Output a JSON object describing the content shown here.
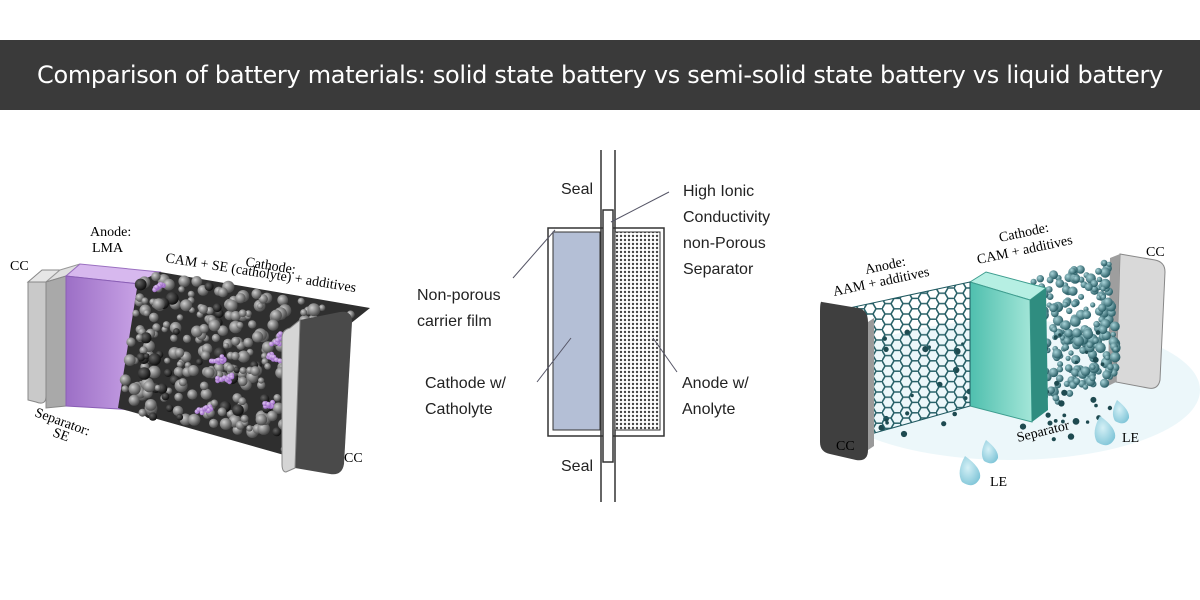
{
  "title": "Comparison of battery materials: solid state battery vs semi-solid state battery vs liquid battery",
  "solid_state": {
    "cc_left": "CC",
    "anode_l1": "Anode:",
    "anode_l2": "LMA",
    "cathode_l1": "Cathode:",
    "cathode_l2": "CAM + SE (catholyte) + additives",
    "separator_l1": "Separator:",
    "separator_l2": "SE",
    "cc_right": "CC",
    "colors": {
      "anode": "#b08ad3",
      "particles": "#777777",
      "catholyte": "#b88ae0",
      "cc": "#3a3a3a"
    }
  },
  "semi_solid": {
    "seal_top": "Seal",
    "seal_bottom": "Seal",
    "separator_l1": "High Ionic",
    "separator_l2": "Conductivity",
    "separator_l3": "non-Porous",
    "separator_l4": "Separator",
    "carrier_l1": "Non-porous",
    "carrier_l2": "carrier film",
    "cathode_l1": "Cathode w/",
    "cathode_l2": "Catholyte",
    "anode_l1": "Anode w/",
    "anode_l2": "Anolyte",
    "colors": {
      "cathode": "#b4bfd6",
      "anode": "#888888",
      "lines": "#333333"
    }
  },
  "liquid": {
    "cathode_l1": "Cathode:",
    "cathode_l2": "CAM + additives",
    "anode_l1": "Anode:",
    "anode_l2": "AAM + additives",
    "cc_right": "CC",
    "cc_left": "CC",
    "separator": "Separator",
    "le_left": "LE",
    "le_right": "LE",
    "colors": {
      "graphite": "#2e6d73",
      "separator": "#6fd1bf",
      "particles": "#3f7d86",
      "drops": "#8ccfdf"
    }
  }
}
